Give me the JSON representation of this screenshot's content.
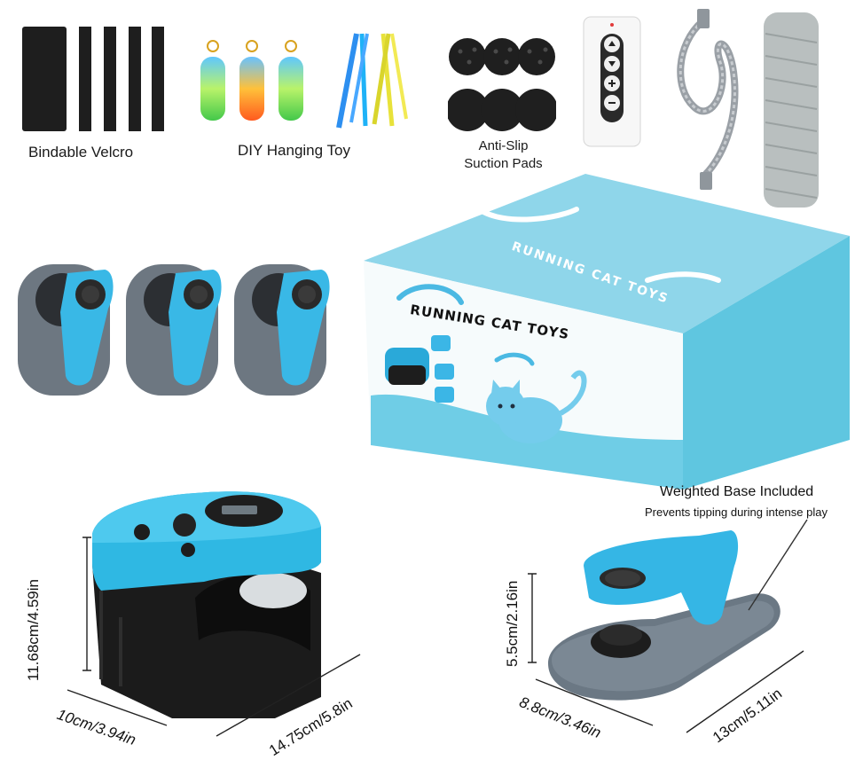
{
  "accessories": {
    "velcro_label": "Bindable Velcro",
    "hanging_toy_label": "DIY Hanging Toy",
    "suction_label_line1": "Anti-Slip",
    "suction_label_line2": "Suction Pads"
  },
  "box": {
    "top_text": "RUNNING CAT TOYS",
    "front_text": "RUNNING CAT TOYS"
  },
  "base": {
    "title": "Weighted Base Included",
    "subtitle": "Prevents tipping during intense play"
  },
  "dimensions": {
    "main_height": "11.68cm/4.59in",
    "main_depth": "10cm/3.94in",
    "main_width": "14.75cm/5.8in",
    "base_height": "5.5cm/2.16in",
    "base_depth": "8.8cm/3.46in",
    "base_width": "13cm/5.11in"
  },
  "colors": {
    "accent_blue": "#2fb8e3",
    "dark_gray": "#5d6b78",
    "box_blue": "#7fd0e6",
    "black": "#1b1b1b"
  }
}
